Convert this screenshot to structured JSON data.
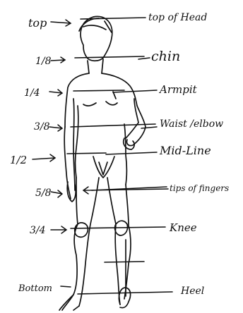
{
  "ink_color": "#111111",
  "paper_color": "#ffffff",
  "left_labels": {
    "top": "top",
    "eighth": "1/8",
    "quarter": "1/4",
    "three_eighths": "3/8",
    "half": "1/2",
    "five_eighths": "5/8",
    "three_quarters": "3/4",
    "bottom": "Bottom"
  },
  "right_labels": {
    "top_of_head": "top of Head",
    "chin": "chin",
    "armpit": "Armpit",
    "waist_elbow": "Waist /elbow",
    "mid_line": "Mid-Line",
    "finger_tips": "tips of fingers",
    "knee": "Knee",
    "heel": "Heel"
  }
}
